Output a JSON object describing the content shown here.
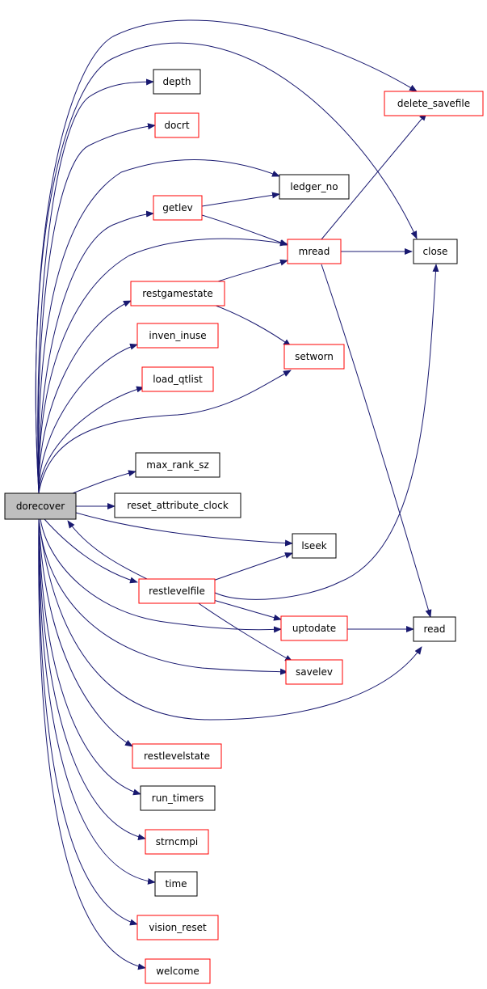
{
  "graph": {
    "root": "dorecover",
    "nodes": [
      {
        "id": "dorecover",
        "label": "dorecover",
        "style": "root"
      },
      {
        "id": "depth",
        "label": "depth",
        "style": "black"
      },
      {
        "id": "docrt",
        "label": "docrt",
        "style": "red"
      },
      {
        "id": "delete_savefile",
        "label": "delete_savefile",
        "style": "red"
      },
      {
        "id": "ledger_no",
        "label": "ledger_no",
        "style": "black"
      },
      {
        "id": "getlev",
        "label": "getlev",
        "style": "red"
      },
      {
        "id": "mread",
        "label": "mread",
        "style": "red"
      },
      {
        "id": "close",
        "label": "close",
        "style": "black"
      },
      {
        "id": "restgamestate",
        "label": "restgamestate",
        "style": "red"
      },
      {
        "id": "inven_inuse",
        "label": "inven_inuse",
        "style": "red"
      },
      {
        "id": "setworn",
        "label": "setworn",
        "style": "red"
      },
      {
        "id": "load_qtlist",
        "label": "load_qtlist",
        "style": "red"
      },
      {
        "id": "max_rank_sz",
        "label": "max_rank_sz",
        "style": "black"
      },
      {
        "id": "reset_attribute_clock",
        "label": "reset_attribute_clock",
        "style": "black"
      },
      {
        "id": "lseek",
        "label": "lseek",
        "style": "black"
      },
      {
        "id": "restlevelfile",
        "label": "restlevelfile",
        "style": "red"
      },
      {
        "id": "uptodate",
        "label": "uptodate",
        "style": "red"
      },
      {
        "id": "read",
        "label": "read",
        "style": "black"
      },
      {
        "id": "savelev",
        "label": "savelev",
        "style": "red"
      },
      {
        "id": "restlevelstate",
        "label": "restlevelstate",
        "style": "red"
      },
      {
        "id": "run_timers",
        "label": "run_timers",
        "style": "black"
      },
      {
        "id": "strncmpi",
        "label": "strncmpi",
        "style": "red"
      },
      {
        "id": "time",
        "label": "time",
        "style": "black"
      },
      {
        "id": "vision_reset",
        "label": "vision_reset",
        "style": "red"
      },
      {
        "id": "welcome",
        "label": "welcome",
        "style": "red"
      }
    ],
    "edges": [
      {
        "from": "dorecover",
        "to": "delete_savefile"
      },
      {
        "from": "dorecover",
        "to": "close"
      },
      {
        "from": "dorecover",
        "to": "depth"
      },
      {
        "from": "dorecover",
        "to": "docrt"
      },
      {
        "from": "dorecover",
        "to": "ledger_no"
      },
      {
        "from": "dorecover",
        "to": "getlev"
      },
      {
        "from": "dorecover",
        "to": "mread"
      },
      {
        "from": "dorecover",
        "to": "restgamestate"
      },
      {
        "from": "dorecover",
        "to": "inven_inuse"
      },
      {
        "from": "dorecover",
        "to": "load_qtlist"
      },
      {
        "from": "dorecover",
        "to": "setworn"
      },
      {
        "from": "dorecover",
        "to": "max_rank_sz"
      },
      {
        "from": "dorecover",
        "to": "reset_attribute_clock"
      },
      {
        "from": "dorecover",
        "to": "lseek"
      },
      {
        "from": "dorecover",
        "to": "restlevelfile"
      },
      {
        "from": "dorecover",
        "to": "uptodate"
      },
      {
        "from": "dorecover",
        "to": "savelev"
      },
      {
        "from": "dorecover",
        "to": "read"
      },
      {
        "from": "dorecover",
        "to": "restlevelstate"
      },
      {
        "from": "dorecover",
        "to": "run_timers"
      },
      {
        "from": "dorecover",
        "to": "strncmpi"
      },
      {
        "from": "dorecover",
        "to": "time"
      },
      {
        "from": "dorecover",
        "to": "vision_reset"
      },
      {
        "from": "dorecover",
        "to": "welcome"
      },
      {
        "from": "getlev",
        "to": "ledger_no"
      },
      {
        "from": "getlev",
        "to": "mread"
      },
      {
        "from": "mread",
        "to": "delete_savefile"
      },
      {
        "from": "mread",
        "to": "close"
      },
      {
        "from": "mread",
        "to": "read"
      },
      {
        "from": "restgamestate",
        "to": "mread"
      },
      {
        "from": "restgamestate",
        "to": "setworn"
      },
      {
        "from": "restlevelfile",
        "to": "dorecover"
      },
      {
        "from": "restlevelfile",
        "to": "lseek"
      },
      {
        "from": "restlevelfile",
        "to": "close"
      },
      {
        "from": "restlevelfile",
        "to": "uptodate"
      },
      {
        "from": "restlevelfile",
        "to": "savelev"
      },
      {
        "from": "uptodate",
        "to": "read"
      }
    ]
  },
  "colors": {
    "edge": "#191970",
    "red_border": "#ff0000",
    "black_border": "#000000",
    "root_fill": "#bfbfbf",
    "node_fill": "#ffffff"
  }
}
